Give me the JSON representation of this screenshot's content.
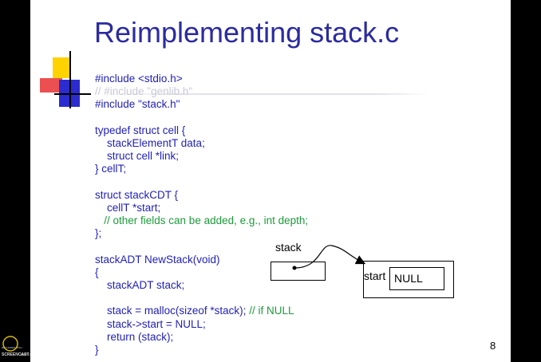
{
  "slide": {
    "title": "Reimplementing stack.c",
    "page_number": "8"
  },
  "code_lines": [
    {
      "text": "#include <stdio.h>",
      "style": "code"
    },
    {
      "text": "// #include \"genlib.h\"",
      "style": "faded"
    },
    {
      "text": "#include \"stack.h\"",
      "style": "code"
    },
    {
      "text": "",
      "style": "code"
    },
    {
      "text": "typedef struct cell {",
      "style": "code"
    },
    {
      "text": "    stackElementT data;",
      "style": "code"
    },
    {
      "text": "    struct cell *link;",
      "style": "code"
    },
    {
      "text": "} cellT;",
      "style": "code"
    },
    {
      "text": "",
      "style": "code"
    },
    {
      "text": "struct stackCDT {",
      "style": "code"
    },
    {
      "text": "    cellT *start;",
      "style": "code"
    },
    {
      "text": "   // other fields can be added, e.g., int depth;",
      "style": "comment"
    },
    {
      "text": "};",
      "style": "code"
    },
    {
      "text": "",
      "style": "code"
    },
    {
      "text": "stackADT NewStack(void)",
      "style": "code"
    },
    {
      "text": "{",
      "style": "code"
    },
    {
      "text": "    stackADT stack;",
      "style": "code"
    },
    {
      "text": "",
      "style": "code"
    },
    {
      "text": "    stack = malloc(sizeof *stack); ",
      "style": "code",
      "comment": "// if NULL"
    },
    {
      "text": "    stack->start = NULL;",
      "style": "code"
    },
    {
      "text": "    return (stack);",
      "style": "code"
    },
    {
      "text": "}",
      "style": "code"
    }
  ],
  "diagram": {
    "stack_label": "stack",
    "start_label": "start",
    "null_label": "NULL"
  },
  "colors": {
    "title": "#2b2ba0",
    "code": "#1f1fb8",
    "comment": "#1e9a3c",
    "logo_yellow": "#ffd200",
    "logo_red": "#e83030",
    "logo_blue": "#2b2bd0"
  },
  "watermark": {
    "line1": "RECORDED WITH",
    "line2": "SCREENCAST",
    "line3": "MATIC"
  }
}
